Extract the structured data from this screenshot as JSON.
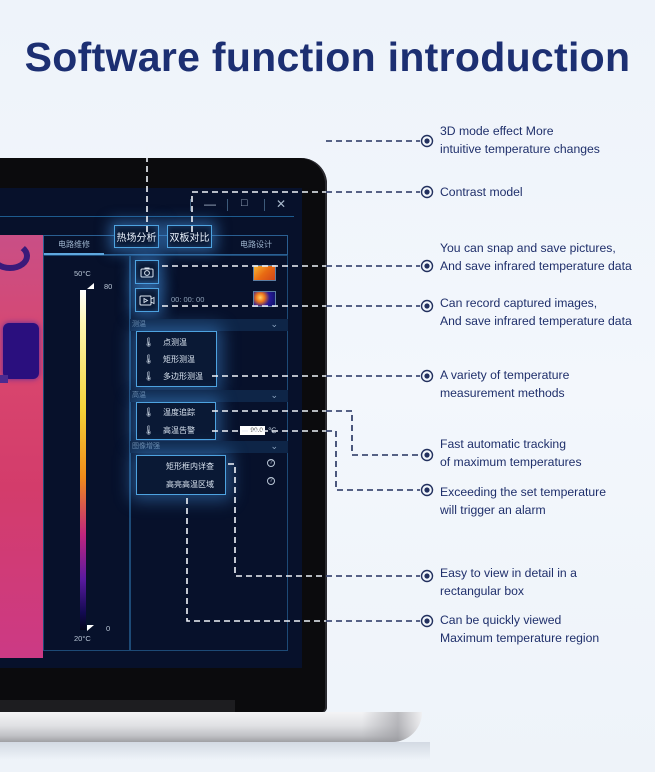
{
  "page": {
    "title": "Software function introduction",
    "accent_color": "#1c2f72"
  },
  "app": {
    "window_controls": {
      "minimize": "—",
      "maximize": "□",
      "close": "✕"
    },
    "tabs": [
      {
        "label": "电路维修",
        "active": true
      },
      {
        "label": "热场分析",
        "highlighted": true
      },
      {
        "label": "双板对比",
        "highlighted": true
      },
      {
        "label": "电路设计",
        "active": false
      }
    ],
    "palette": {
      "max_label": "50°C",
      "min_label": "20°C",
      "upper_value": "80",
      "lower_value": "0"
    },
    "capture": {
      "snapshot_icon": "camera-icon",
      "record_icon": "video-icon",
      "record_timer": "00: 00: 00"
    },
    "sections": {
      "measure": {
        "title": "测温",
        "items": [
          {
            "label": "点测温",
            "icon": "point-thermometer-icon"
          },
          {
            "label": "矩形测温",
            "icon": "rect-thermometer-icon"
          },
          {
            "label": "多边形测温",
            "icon": "polygon-thermometer-icon"
          }
        ]
      },
      "high_temp": {
        "title": "高温",
        "items": [
          {
            "label": "温度追踪",
            "icon": "thermometer-icon"
          },
          {
            "label": "高温告警",
            "icon": "thermometer-icon"
          }
        ],
        "alarm_value": "90.0",
        "alarm_unit": "℃"
      },
      "enhance": {
        "title": "图像增强",
        "items": [
          {
            "label": "矩形框内详查"
          },
          {
            "label": "高亮高温区域"
          }
        ]
      }
    }
  },
  "callouts": [
    {
      "line1": "3D mode effect More",
      "line2": "intuitive temperature changes"
    },
    {
      "line1": "Contrast model",
      "line2": ""
    },
    {
      "line1": "You can snap and save pictures,",
      "line2": "And save infrared temperature data"
    },
    {
      "line1": "Can record captured images,",
      "line2": "And save infrared temperature data"
    },
    {
      "line1": "A variety of temperature",
      "line2": "measurement methods"
    },
    {
      "line1": "Fast automatic tracking",
      "line2": "of maximum temperatures"
    },
    {
      "line1": "Exceeding the set temperature",
      "line2": "will trigger an alarm"
    },
    {
      "line1": "Easy to view in detail in a",
      "line2": "rectangular box"
    },
    {
      "line1": "Can be quickly viewed",
      "line2": "Maximum temperature region"
    }
  ]
}
